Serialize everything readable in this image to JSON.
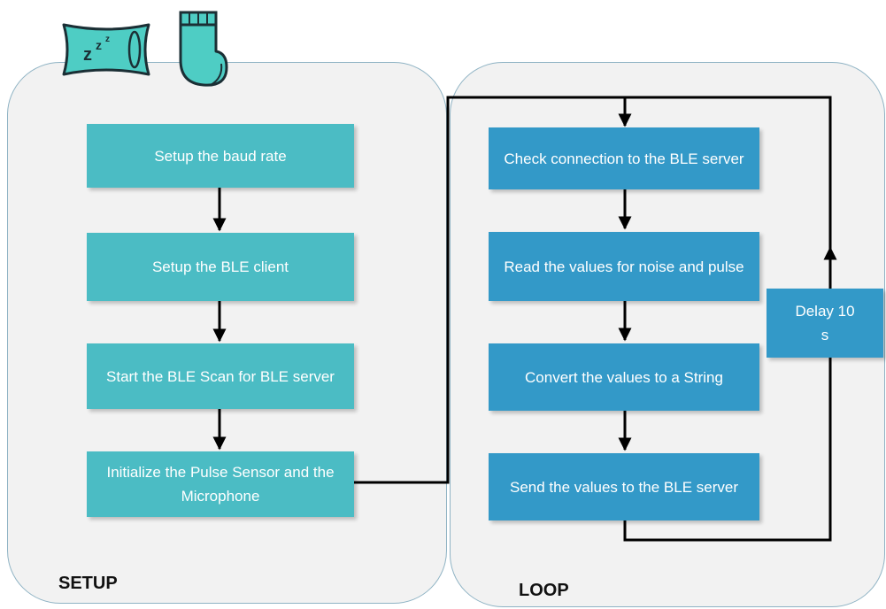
{
  "setup": {
    "label": "SETUP",
    "steps": [
      "Setup the baud rate",
      "Setup the BLE client",
      "Start the BLE Scan for BLE server",
      "Initialize the Pulse Sensor and the Microphone"
    ]
  },
  "loop": {
    "label": "LOOP",
    "steps": [
      "Check connection to the BLE server",
      "Read the values for noise and pulse",
      "Convert the values to a String",
      "Send the values to the BLE server"
    ],
    "delay": "Delay 10 s"
  },
  "icons": {
    "pillow_text": "z z z",
    "names": [
      "pillow-icon",
      "sock-icon"
    ]
  },
  "colors": {
    "setup_box": "#4bbcc4",
    "loop_box": "#3399c8",
    "panel_fill": "#f2f2f2",
    "panel_border": "#8fb3c4",
    "icon_fill": "#4ecdc4"
  }
}
